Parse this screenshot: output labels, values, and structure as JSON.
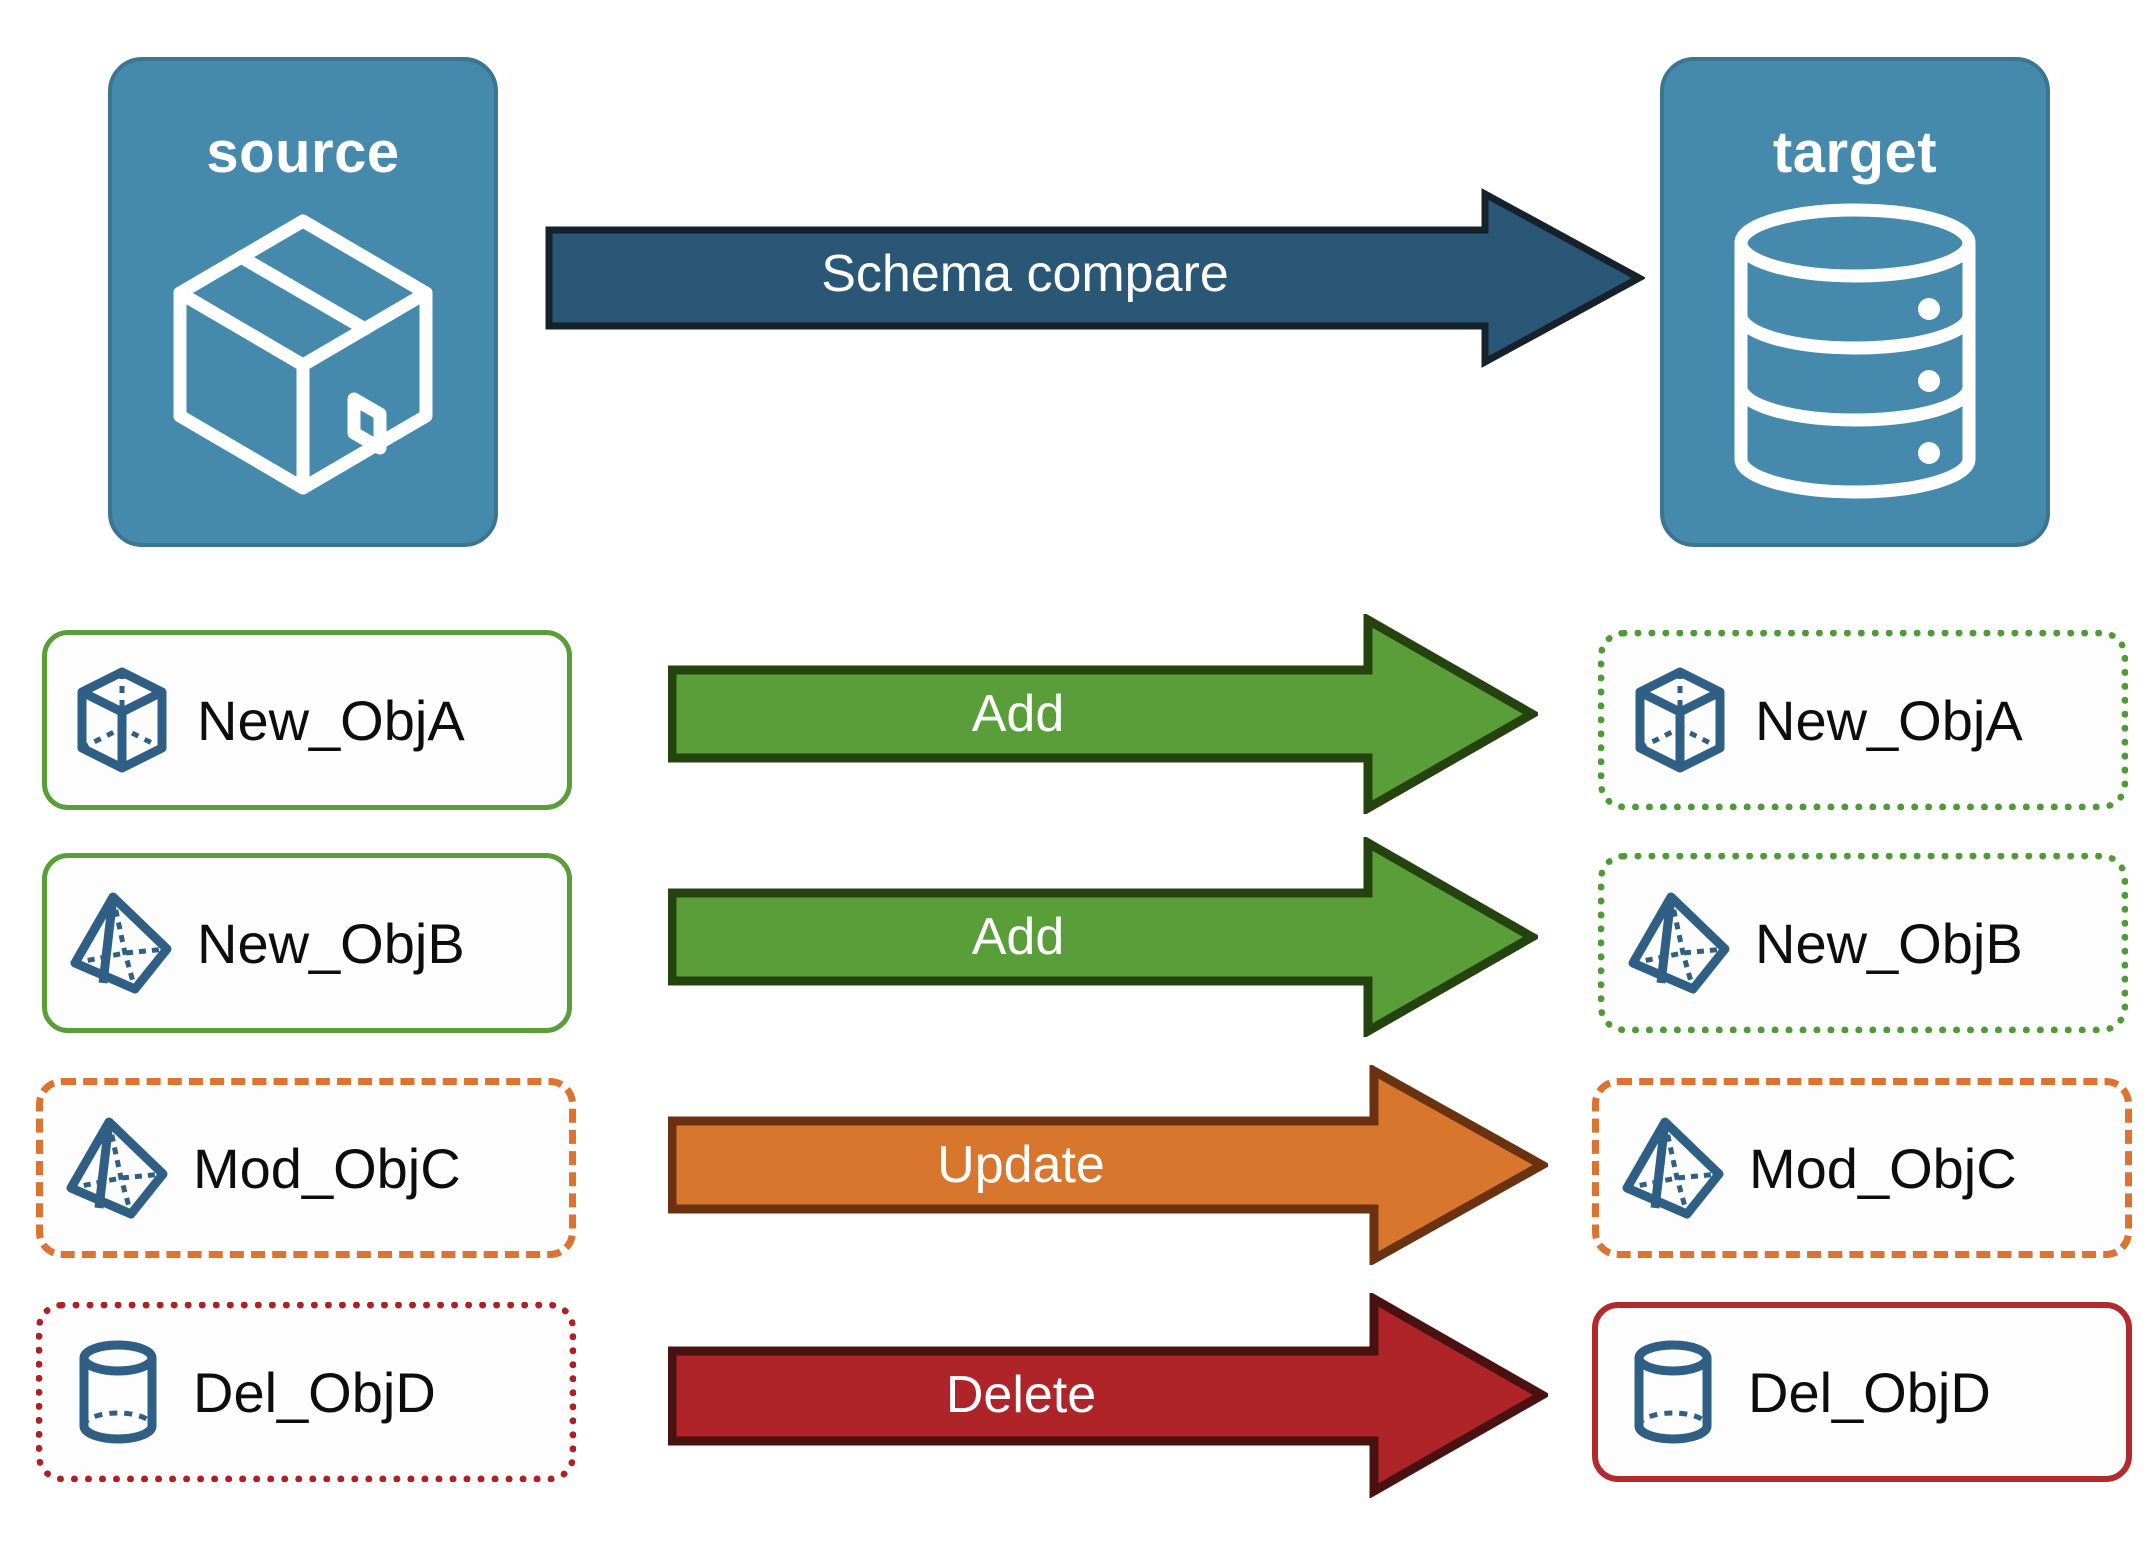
{
  "diagram": {
    "title": "Schema compare source to target",
    "background": "#ffffff",
    "endpoints": [
      {
        "id": "source",
        "label": "source",
        "icon": "package-box-icon",
        "fill": "#4589AC",
        "stroke": "#3A7592"
      },
      {
        "id": "target",
        "label": "target",
        "icon": "database-cylinder-icon",
        "fill": "#4589AC",
        "stroke": "#3A7592"
      }
    ],
    "main_arrow": {
      "label": "Schema compare",
      "fill": "#2B5777",
      "stroke": "#16212C",
      "text_color": "#ffffff"
    },
    "rows": [
      {
        "source": {
          "label": "New_ObjA",
          "icon": "wireframe-cube-icon",
          "border_style": "solid",
          "border_color": "#5A9E39"
        },
        "action": {
          "label": "Add",
          "fill": "#5A9E39",
          "stroke": "#24430F",
          "text_color": "#ffffff"
        },
        "target": {
          "label": "New_ObjA",
          "icon": "wireframe-cube-icon",
          "border_style": "dotted",
          "border_color": "#4E9A36"
        }
      },
      {
        "source": {
          "label": "New_ObjB",
          "icon": "wireframe-pyramid-icon",
          "border_style": "solid",
          "border_color": "#5A9E39"
        },
        "action": {
          "label": "Add",
          "fill": "#5A9E39",
          "stroke": "#24430F",
          "text_color": "#ffffff"
        },
        "target": {
          "label": "New_ObjB",
          "icon": "wireframe-pyramid-icon",
          "border_style": "dotted",
          "border_color": "#4E9A36"
        }
      },
      {
        "source": {
          "label": "Mod_ObjC",
          "icon": "wireframe-pyramid-icon",
          "border_style": "dashed",
          "border_color": "#DD7330"
        },
        "action": {
          "label": "Update",
          "fill": "#D9762E",
          "stroke": "#6B3212",
          "text_color": "#ffffff"
        },
        "target": {
          "label": "Mod_ObjC",
          "icon": "wireframe-pyramid-icon",
          "border_style": "dashed",
          "border_color": "#DD7330"
        }
      },
      {
        "source": {
          "label": "Del_ObjD",
          "icon": "wireframe-cylinder-icon",
          "border_style": "dotted",
          "border_color": "#AD2025"
        },
        "action": {
          "label": "Delete",
          "fill": "#AF2428",
          "stroke": "#4A1111",
          "text_color": "#ffffff"
        },
        "target": {
          "label": "Del_ObjD",
          "icon": "wireframe-cylinder-icon",
          "border_style": "solid",
          "border_color": "#B2292E"
        }
      }
    ]
  }
}
